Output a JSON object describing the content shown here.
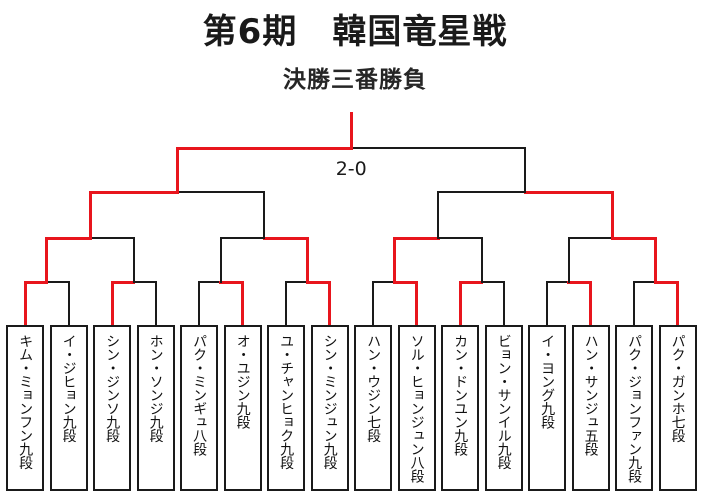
{
  "header": {
    "title": "第6期　韓国竜星戦",
    "subtitle": "決勝三番勝負"
  },
  "colors": {
    "winner_line": "#e8151d",
    "line": "#1a1a1a",
    "text": "#111111",
    "background": "#ffffff"
  },
  "final": {
    "score": "2-0"
  },
  "bracket": {
    "rounds": 4,
    "player_count": 16,
    "players": [
      {
        "name": "キム・ミョンフン九段",
        "winner": true
      },
      {
        "name": "イ・ジヒョン九段",
        "winner": false
      },
      {
        "name": "シン・ジンソ九段",
        "winner": true
      },
      {
        "name": "ホン・ソンジ九段",
        "winner": false
      },
      {
        "name": "パク・ミンギュ八段",
        "winner": false
      },
      {
        "name": "オ・ユジン九段",
        "winner": true
      },
      {
        "name": "ユ・チャンヒョク九段",
        "winner": false
      },
      {
        "name": "シン・ミンジュン九段",
        "winner": true
      },
      {
        "name": "ハン・ウジン七段",
        "winner": false
      },
      {
        "name": "ソル・ヒョンジュン八段",
        "winner": true
      },
      {
        "name": "カン・ドンユン九段",
        "winner": true
      },
      {
        "name": "ビョン・サンイル九段",
        "winner": false
      },
      {
        "name": "イ・ヨング九段",
        "winner": false
      },
      {
        "name": "ハン・サンジュ五段",
        "winner": true
      },
      {
        "name": "パク・ジョンファン九段",
        "winner": false
      },
      {
        "name": "パク・ガンホ七段",
        "winner": true
      }
    ],
    "round2_winners": [
      {
        "from": 1,
        "winner": true
      },
      {
        "from": 3,
        "winner": false
      },
      {
        "from": 6,
        "winner": false
      },
      {
        "from": 8,
        "winner": true
      },
      {
        "from": 10,
        "winner": true
      },
      {
        "from": 11,
        "winner": false
      },
      {
        "from": 14,
        "winner": false
      },
      {
        "from": 16,
        "winner": true
      }
    ],
    "round3_winners": [
      {
        "from": 1,
        "winner": true
      },
      {
        "from": 8,
        "winner": false
      },
      {
        "from": 10,
        "winner": false
      },
      {
        "from": 16,
        "winner": true
      }
    ],
    "round4_winners": [
      {
        "from": 1,
        "winner": true
      },
      {
        "from": 16,
        "winner": false
      }
    ],
    "champion": "キム・ミョンフン九段"
  }
}
